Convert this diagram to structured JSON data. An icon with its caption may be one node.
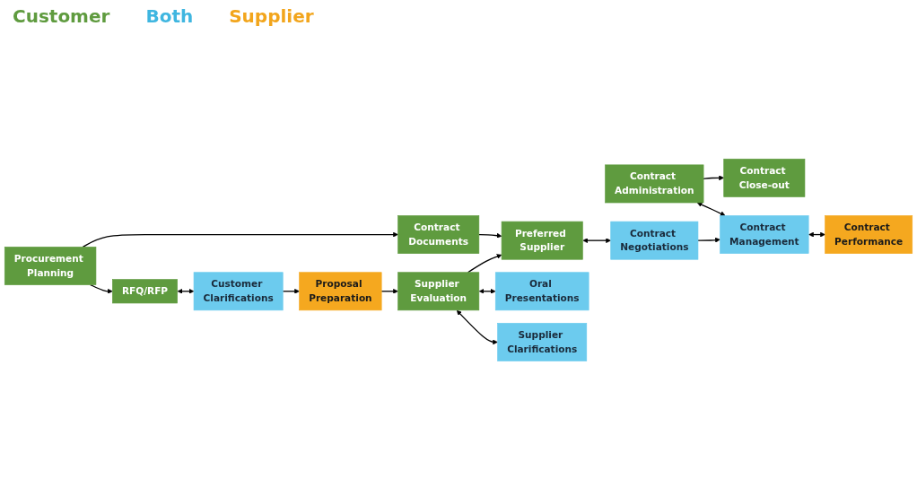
{
  "diagram": {
    "nodes": [
      {
        "text": [
          "Procurement Planning"
        ]
      },
      {
        "text": [
          "Contract Documents"
        ]
      },
      {
        "text": [
          "Contract Close-out"
        ]
      },
      {
        "text": [
          "RFQ/RFP"
        ]
      },
      {
        "text": [
          "Supplier Evaluation"
        ]
      },
      {
        "text": [
          "Preferred Supplier"
        ]
      },
      {
        "text": [
          "Contract Administration"
        ]
      },
      {
        "text": [
          "Oral Presentations"
        ]
      },
      {
        "text": [
          "Customer Clarifications"
        ]
      },
      {
        "text": [
          "Supplier Clarifications"
        ]
      },
      {
        "text": [
          "Contract Negotiations"
        ]
      },
      {
        "text": [
          "Contract Management"
        ]
      },
      {
        "text": [
          "Proposal Preparation"
        ]
      },
      {
        "text": [
          "Contract Performance"
        ]
      }
    ],
    "edges": [
      {
        "from": 0,
        "to": 1,
        "arrow": "to"
      },
      {
        "from": 0,
        "to": 3,
        "arrow": "to"
      },
      {
        "from": 1,
        "to": 5,
        "arrow": "to"
      },
      {
        "from": 6,
        "to": 2,
        "arrow": "to"
      },
      {
        "from": 3,
        "to": 8,
        "arrow": "both"
      },
      {
        "from": 4,
        "to": 5,
        "arrow": "to"
      },
      {
        "from": 4,
        "to": 7,
        "arrow": "both"
      },
      {
        "from": 4,
        "to": 9,
        "arrow": "both"
      },
      {
        "from": 5,
        "to": 10,
        "arrow": "both"
      },
      {
        "from": 6,
        "to": 11,
        "arrow": "both"
      },
      {
        "from": 8,
        "to": 12,
        "arrow": "to"
      },
      {
        "from": 12,
        "to": 4,
        "arrow": "to"
      },
      {
        "from": 10,
        "to": 11,
        "arrow": "to"
      },
      {
        "from": 11,
        "to": 13,
        "arrow": "both"
      }
    ],
    "labels": [
      "Customer",
      "Both",
      "Supplier"
    ]
  }
}
